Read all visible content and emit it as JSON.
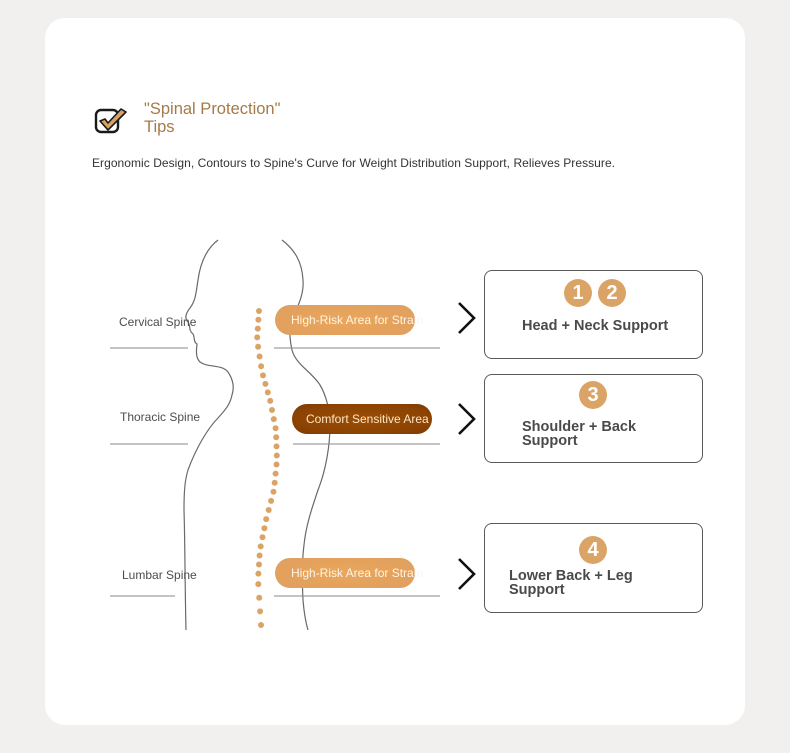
{
  "header": {
    "icon": "checkbox-checked-icon",
    "title_line1": "\"Spinal Protection\"",
    "title_line2": "Tips",
    "subtitle": "Ergonomic Design, Contours to Spine's Curve for Weight Distribution Support, Relieves Pressure."
  },
  "regions": [
    {
      "spine_label": "Cervical Spine",
      "area_label": "High-Risk Area for Strain",
      "area_type": "high-risk",
      "support_numbers": [
        "1",
        "2"
      ],
      "support_label": "Head + Neck Support"
    },
    {
      "spine_label": "Thoracic Spine",
      "area_label": "Comfort Sensitive Area",
      "area_type": "comfort",
      "support_numbers": [
        "3"
      ],
      "support_label_line1": "Shoulder + Back",
      "support_label_line2": "Support"
    },
    {
      "spine_label": "Lumbar Spine",
      "area_label": "High-Risk Area for Strain",
      "area_type": "high-risk",
      "support_numbers": [
        "4"
      ],
      "support_label_line1": "Lower Back + Leg",
      "support_label_line2": "Support"
    }
  ],
  "colors": {
    "accent": "#dba467",
    "title": "#a57a48",
    "high_risk": "#e6a45c",
    "comfort": "#8f4503",
    "outline": "#5a5a5a",
    "background": "#f1f0ee"
  }
}
